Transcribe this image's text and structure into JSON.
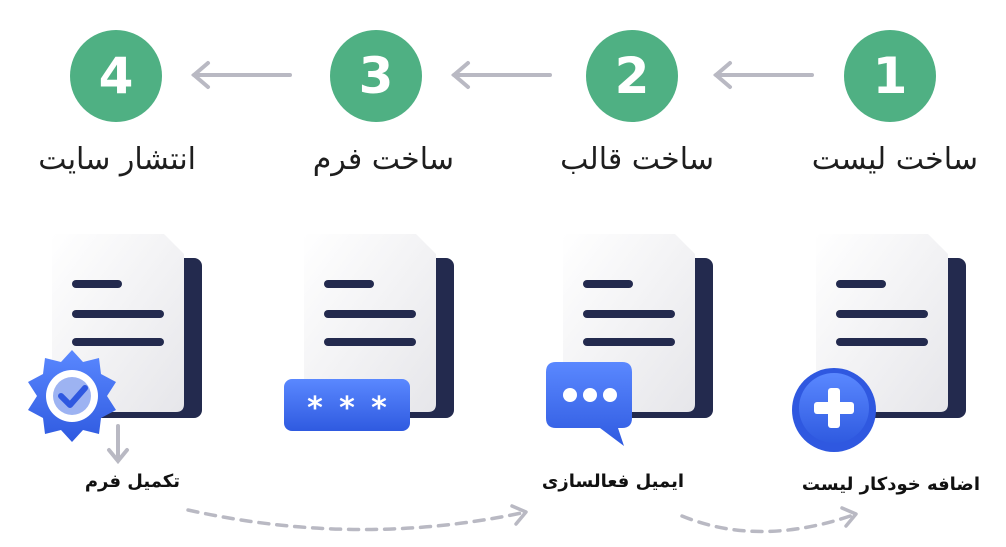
{
  "steps": [
    {
      "number": "1",
      "title": "ساخت لیست"
    },
    {
      "number": "2",
      "title": "ساخت قالب"
    },
    {
      "number": "3",
      "title": "ساخت فرم"
    },
    {
      "number": "4",
      "title": "انتشار سایت"
    }
  ],
  "captions": {
    "list": "اضافه خودکار لیست",
    "email": "ایمیل فعالسازی",
    "form": "تکمیل فرم"
  },
  "colors": {
    "step_circle": "#4fb083",
    "accent_blue": "#3f6ff0",
    "doc_dark": "#232a4e",
    "arrow_gray": "#b9b9c3"
  }
}
